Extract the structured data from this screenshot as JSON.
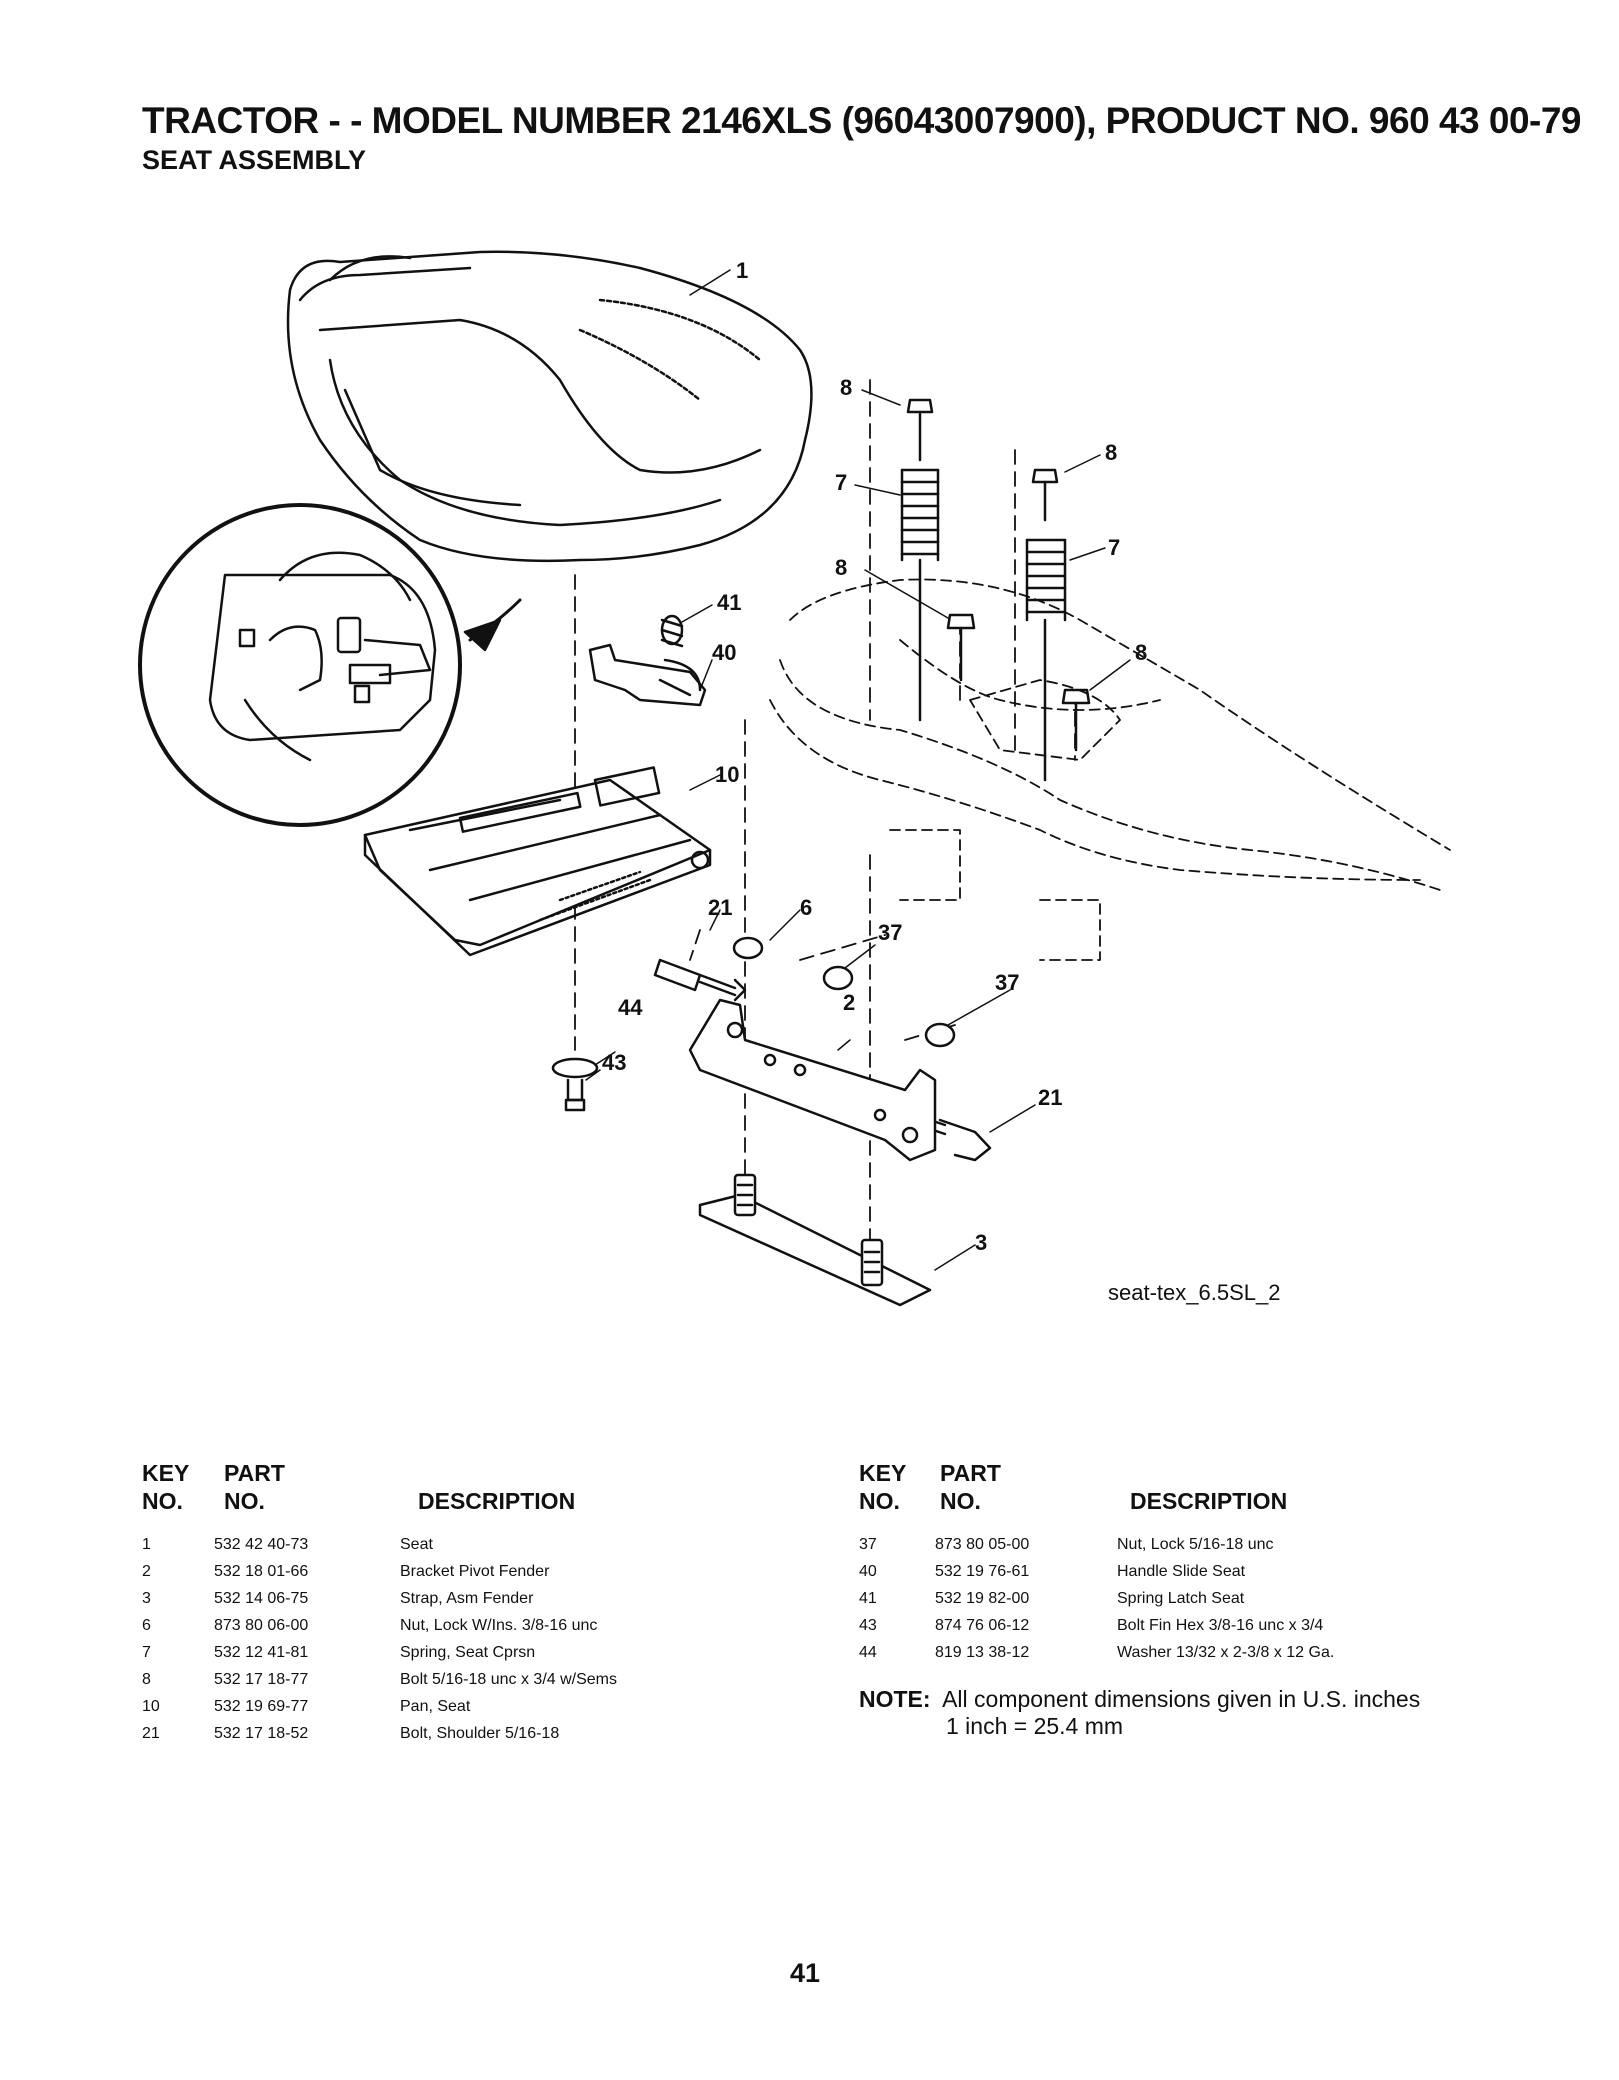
{
  "header": {
    "title": "TRACTOR - - MODEL NUMBER 2146XLS (96043007900), PRODUCT NO. 960 43 00-79",
    "subtitle": "SEAT ASSEMBLY"
  },
  "diagram": {
    "drawing_code": "seat-tex_6.5SL_2",
    "callouts": [
      "1",
      "8",
      "8",
      "7",
      "7",
      "8",
      "8",
      "41",
      "40",
      "10",
      "21",
      "6",
      "37",
      "37",
      "44",
      "43",
      "2",
      "21",
      "3"
    ]
  },
  "table_headers": {
    "key": "KEY",
    "no1": "NO.",
    "part": "PART",
    "no2": "NO.",
    "description": "DESCRIPTION"
  },
  "parts_left": [
    {
      "key": "1",
      "part": "532 42 40-73",
      "desc": "Seat"
    },
    {
      "key": "2",
      "part": "532 18 01-66",
      "desc": "Bracket Pivot Fender"
    },
    {
      "key": "3",
      "part": "532 14 06-75",
      "desc": "Strap, Asm Fender"
    },
    {
      "key": "6",
      "part": "873 80 06-00",
      "desc": "Nut, Lock W/Ins. 3/8-16 unc"
    },
    {
      "key": "7",
      "part": "532 12 41-81",
      "desc": "Spring, Seat Cprsn"
    },
    {
      "key": "8",
      "part": "532 17 18-77",
      "desc": "Bolt 5/16-18 unc x 3/4 w/Sems"
    },
    {
      "key": "10",
      "part": "532 19 69-77",
      "desc": "Pan, Seat"
    },
    {
      "key": "21",
      "part": "532 17 18-52",
      "desc": "Bolt, Shoulder  5/16-18"
    }
  ],
  "parts_right": [
    {
      "key": "37",
      "part": "873 80 05-00",
      "desc": "Nut, Lock 5/16-18 unc"
    },
    {
      "key": "40",
      "part": "532 19 76-61",
      "desc": "Handle Slide Seat"
    },
    {
      "key": "41",
      "part": "532 19 82-00",
      "desc": "Spring Latch Seat"
    },
    {
      "key": "43",
      "part": "874 76 06-12",
      "desc": "Bolt Fin Hex 3/8-16 unc x 3/4"
    },
    {
      "key": "44",
      "part": "819 13 38-12",
      "desc": "Washer 13/32 x 2-3/8 x 12 Ga."
    }
  ],
  "note": {
    "label": "NOTE:",
    "line1": "All component dimensions given in U.S. inches",
    "line2": "1 inch = 25.4 mm"
  },
  "page_number": "41"
}
